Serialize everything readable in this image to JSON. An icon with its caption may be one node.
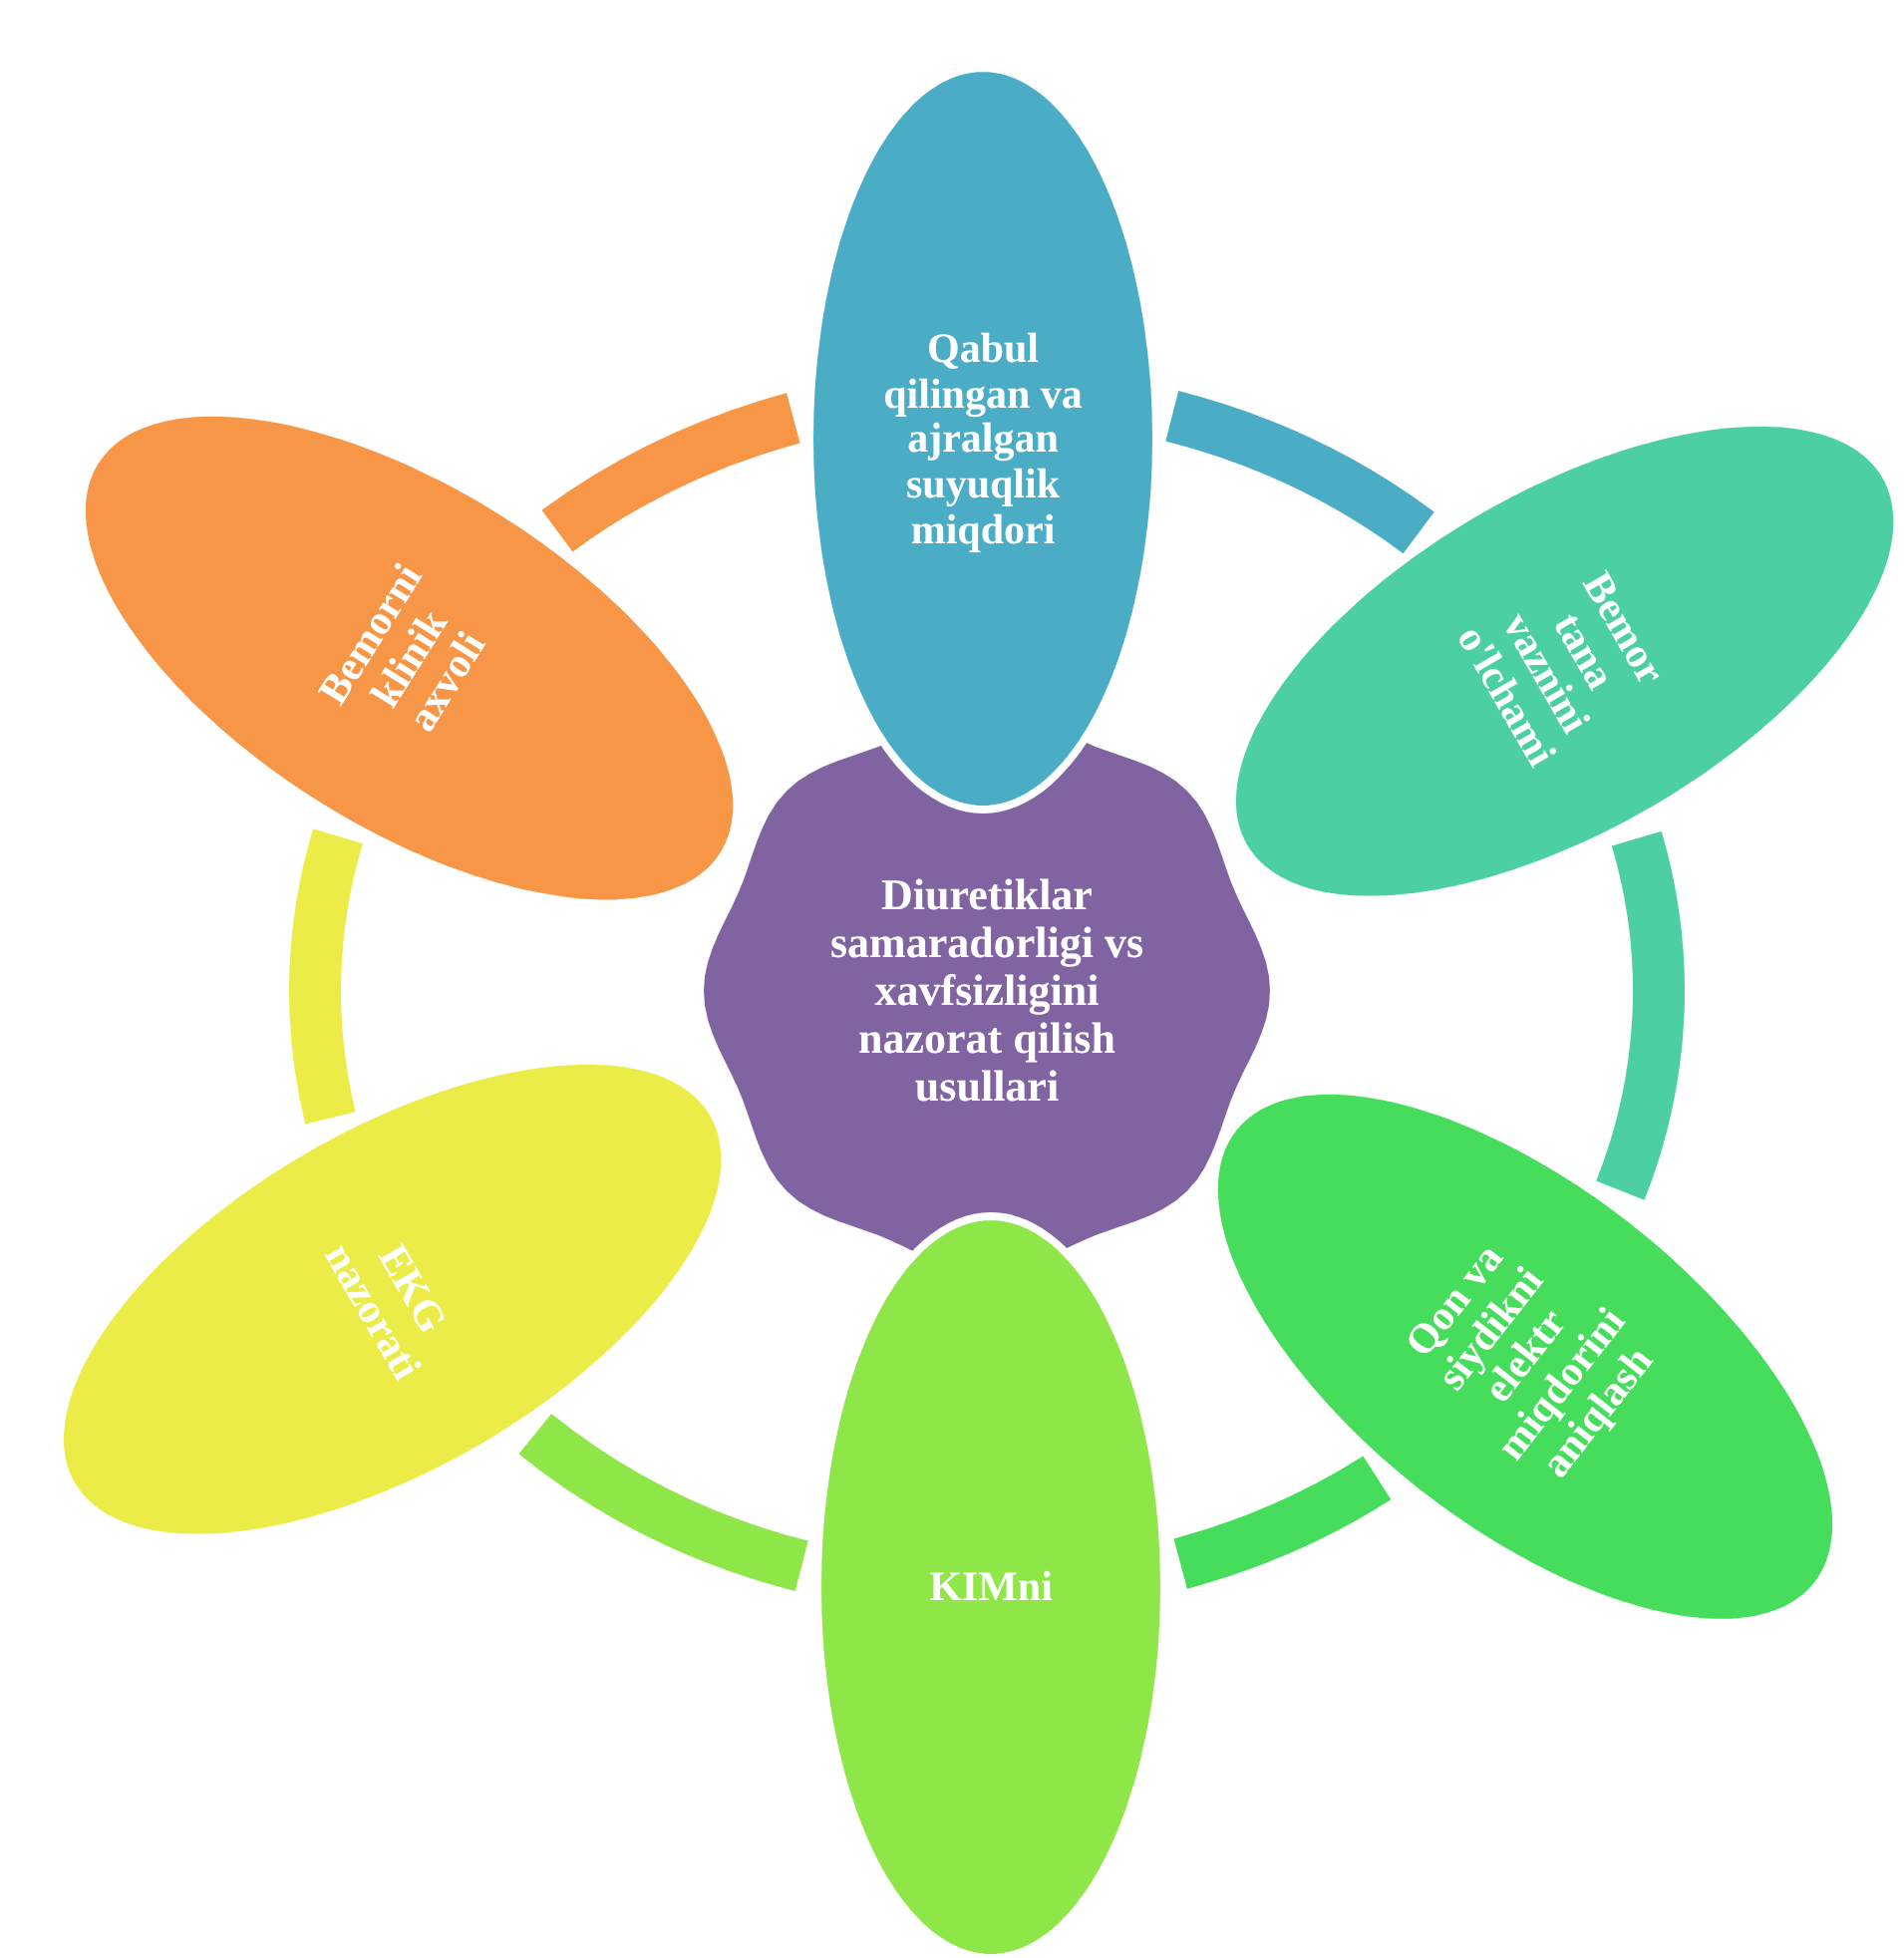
{
  "diagram": {
    "nodes": [
      {
        "text": [
          "Diuretiklar samaradorligi vs xavfsizligini nazorat qilish usullari"
        ]
      },
      {
        "text": [
          "Qabul qilingan va ajralgan suyuqlik miqdori"
        ]
      },
      {
        "text": [
          "Bemor tana vaznini o'lchami"
        ]
      },
      {
        "text": [
          "Qon va siydikni elektr miqdorini aniqlash"
        ]
      },
      {
        "text": [
          "KIMni"
        ]
      },
      {
        "text": [
          "EKG nazorati"
        ]
      },
      {
        "text": [
          "Bemorni klinik axvoli"
        ]
      }
    ],
    "edges": [
      {
        "from": 1,
        "to": 2,
        "arrow": "none",
        "color": "#4bacc6"
      },
      {
        "from": 2,
        "to": 3,
        "arrow": "none",
        "color": "#4bcfa3"
      },
      {
        "from": 3,
        "to": 4,
        "arrow": "none",
        "color": "#47dd5c"
      },
      {
        "from": 4,
        "to": 5,
        "arrow": "none",
        "color": "#8ee648"
      },
      {
        "from": 5,
        "to": 6,
        "arrow": "none",
        "color": "#ecec48"
      },
      {
        "from": 6,
        "to": 1,
        "arrow": "none",
        "color": "#f79646"
      }
    ]
  }
}
